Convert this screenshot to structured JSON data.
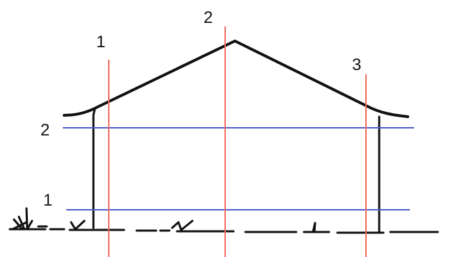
{
  "diagram": {
    "vertical_section_labels": [
      "1",
      "2",
      "3"
    ],
    "horizontal_section_labels": [
      "1",
      "2"
    ],
    "colors": {
      "building_outline": "#111111",
      "vertical_lines": "#ef6b5a",
      "horizontal_lines": "#4b5ec9",
      "background": "#ffffff"
    }
  }
}
